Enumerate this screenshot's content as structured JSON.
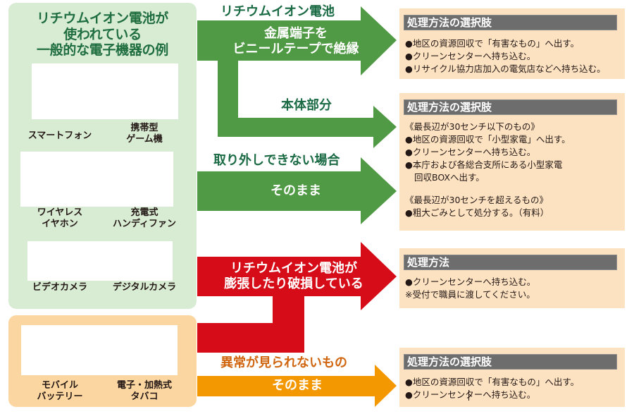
{
  "colors": {
    "panel_green": "#d8ebd3",
    "panel_orange": "#fbd6a0",
    "arrow_green": "#519a45",
    "arrow_red": "#d60c18",
    "arrow_orange": "#f39800",
    "box_bg": "#fde2c2",
    "box_header": "#6d6d6d",
    "label_green": "#1a6a44",
    "label_orange": "#d0650e"
  },
  "left_panel": {
    "title_lines": [
      "リチウムイオン電池が",
      "使われている",
      "一般的な電子機器の例"
    ],
    "devices": [
      {
        "label_lines": [
          "スマートフォン"
        ]
      },
      {
        "label_lines": [
          "携帯型",
          "ゲーム機"
        ]
      },
      {
        "label_lines": [
          "ワイヤレス",
          "イヤホン"
        ]
      },
      {
        "label_lines": [
          "充電式",
          "ハンディファン"
        ]
      },
      {
        "label_lines": [
          "ビデオカメラ"
        ]
      },
      {
        "label_lines": [
          "デジタルカメラ"
        ]
      }
    ]
  },
  "battery_panel": {
    "devices": [
      {
        "label_lines": [
          "モバイル",
          "バッテリー"
        ]
      },
      {
        "label_lines": [
          "電子・加熱式",
          "タバコ"
        ]
      }
    ]
  },
  "arrows": {
    "battery": {
      "label": "リチウムイオン電池",
      "text_lines": [
        "金属端子を",
        "ビニールテープで絶縁"
      ]
    },
    "body": {
      "label": "本体部分"
    },
    "non_removable": {
      "label": "取り外しできない場合",
      "text": "そのまま"
    },
    "damaged": {
      "text_lines": [
        "リチウムイオン電池が",
        "膨張したり破損している"
      ]
    },
    "normal": {
      "label": "異常が見られないもの",
      "text": "そのまま"
    }
  },
  "boxes": [
    {
      "title": "処理方法の選択肢",
      "lines": [
        "●地区の資源回収で「有害なもの」へ出す。",
        "●クリーンセンターへ持ち込む。",
        "●リサイクル協力店加入の電気店などへ持ち込む。"
      ]
    },
    {
      "title": "処理方法の選択肢",
      "section1_heading": "《最長辺が30センチ以下のもの》",
      "section1_lines": [
        "●地区の資源回収で「小型家電」へ出す。",
        "●クリーンセンターへ持ち込む。",
        "●本庁および各総合支所にある小型家電",
        "回収BOXへ出す。"
      ],
      "section2_heading": "《最長辺が30センチを超えるもの》",
      "section2_lines": [
        "●粗大ごみとして処分する。（有料）"
      ]
    },
    {
      "title": "処理方法",
      "lines": [
        "●クリーンセンターへ持ち込む。",
        "※受付で職員に渡してください。"
      ]
    },
    {
      "title": "処理方法の選択肢",
      "lines": [
        "●地区の資源回収で「有害なもの」へ出す。",
        "●クリーンセンターへ持ち込む。"
      ]
    }
  ]
}
